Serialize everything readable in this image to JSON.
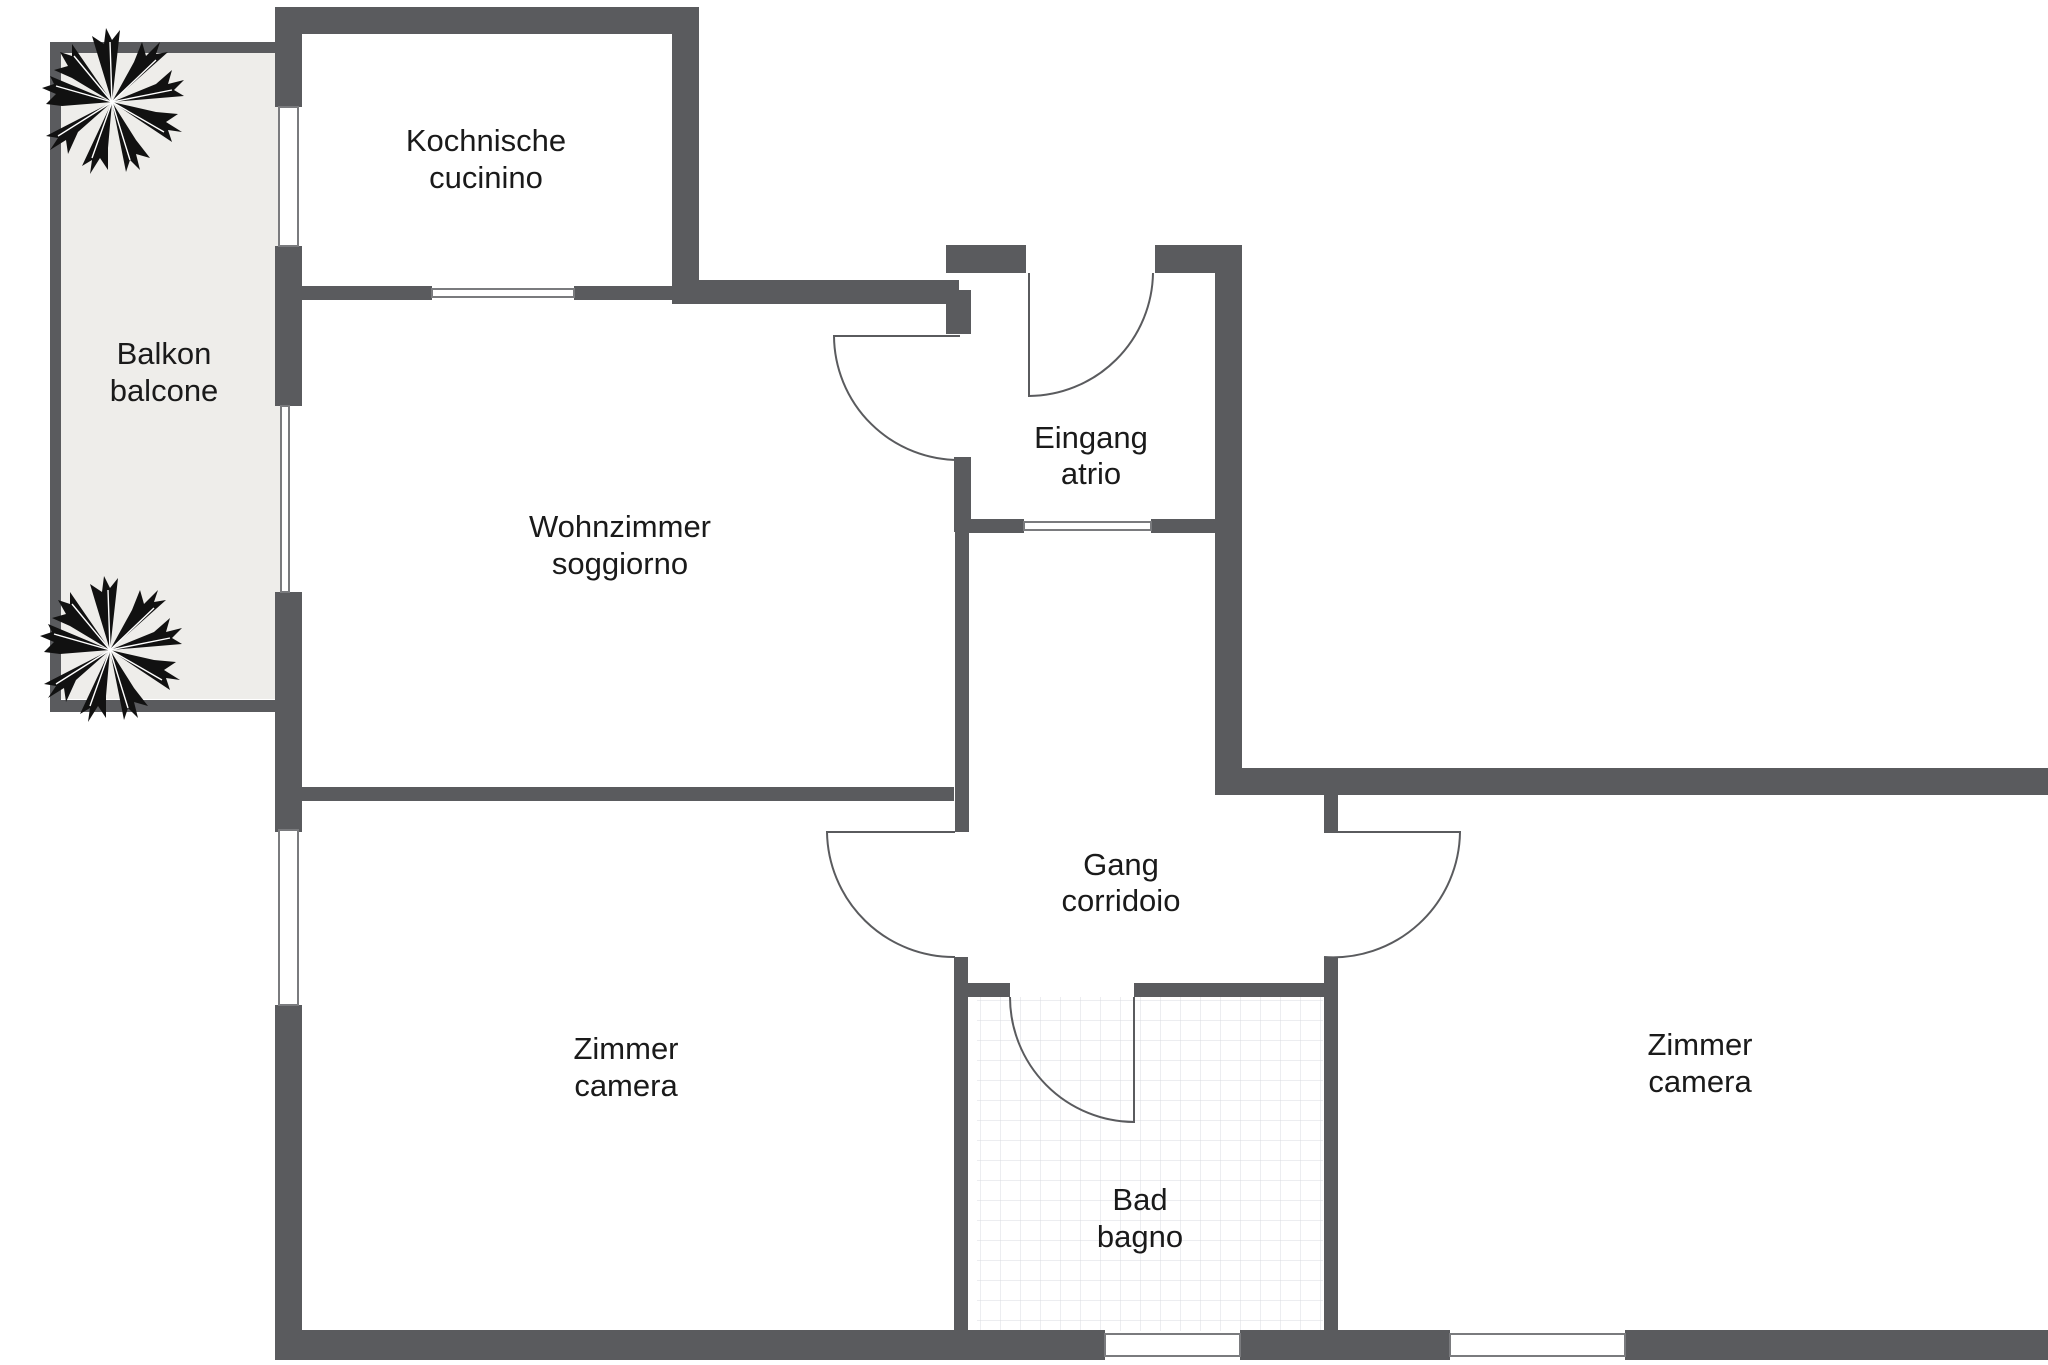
{
  "rooms": {
    "kitchen": {
      "line1": "Kochnische",
      "line2": "cucinino"
    },
    "balcony": {
      "line1": "Balkon",
      "line2": "balcone"
    },
    "entrance": {
      "line1": "Eingang",
      "line2": "atrio"
    },
    "living": {
      "line1": "Wohnzimmer",
      "line2": "soggiorno"
    },
    "hall": {
      "line1": "Gang",
      "line2": "corridoio"
    },
    "bedroom_left": {
      "line1": "Zimmer",
      "line2": "camera"
    },
    "bedroom_right": {
      "line1": "Zimmer",
      "line2": "camera"
    },
    "bath": {
      "line1": "Bad",
      "line2": "bagno"
    }
  },
  "colors": {
    "wall": "#5a5b5e",
    "balcony_floor": "#eeedea",
    "bath_grid": "#d9dbe0",
    "background": "#ffffff"
  },
  "icons": [
    "plant-icon",
    "plant-icon"
  ]
}
